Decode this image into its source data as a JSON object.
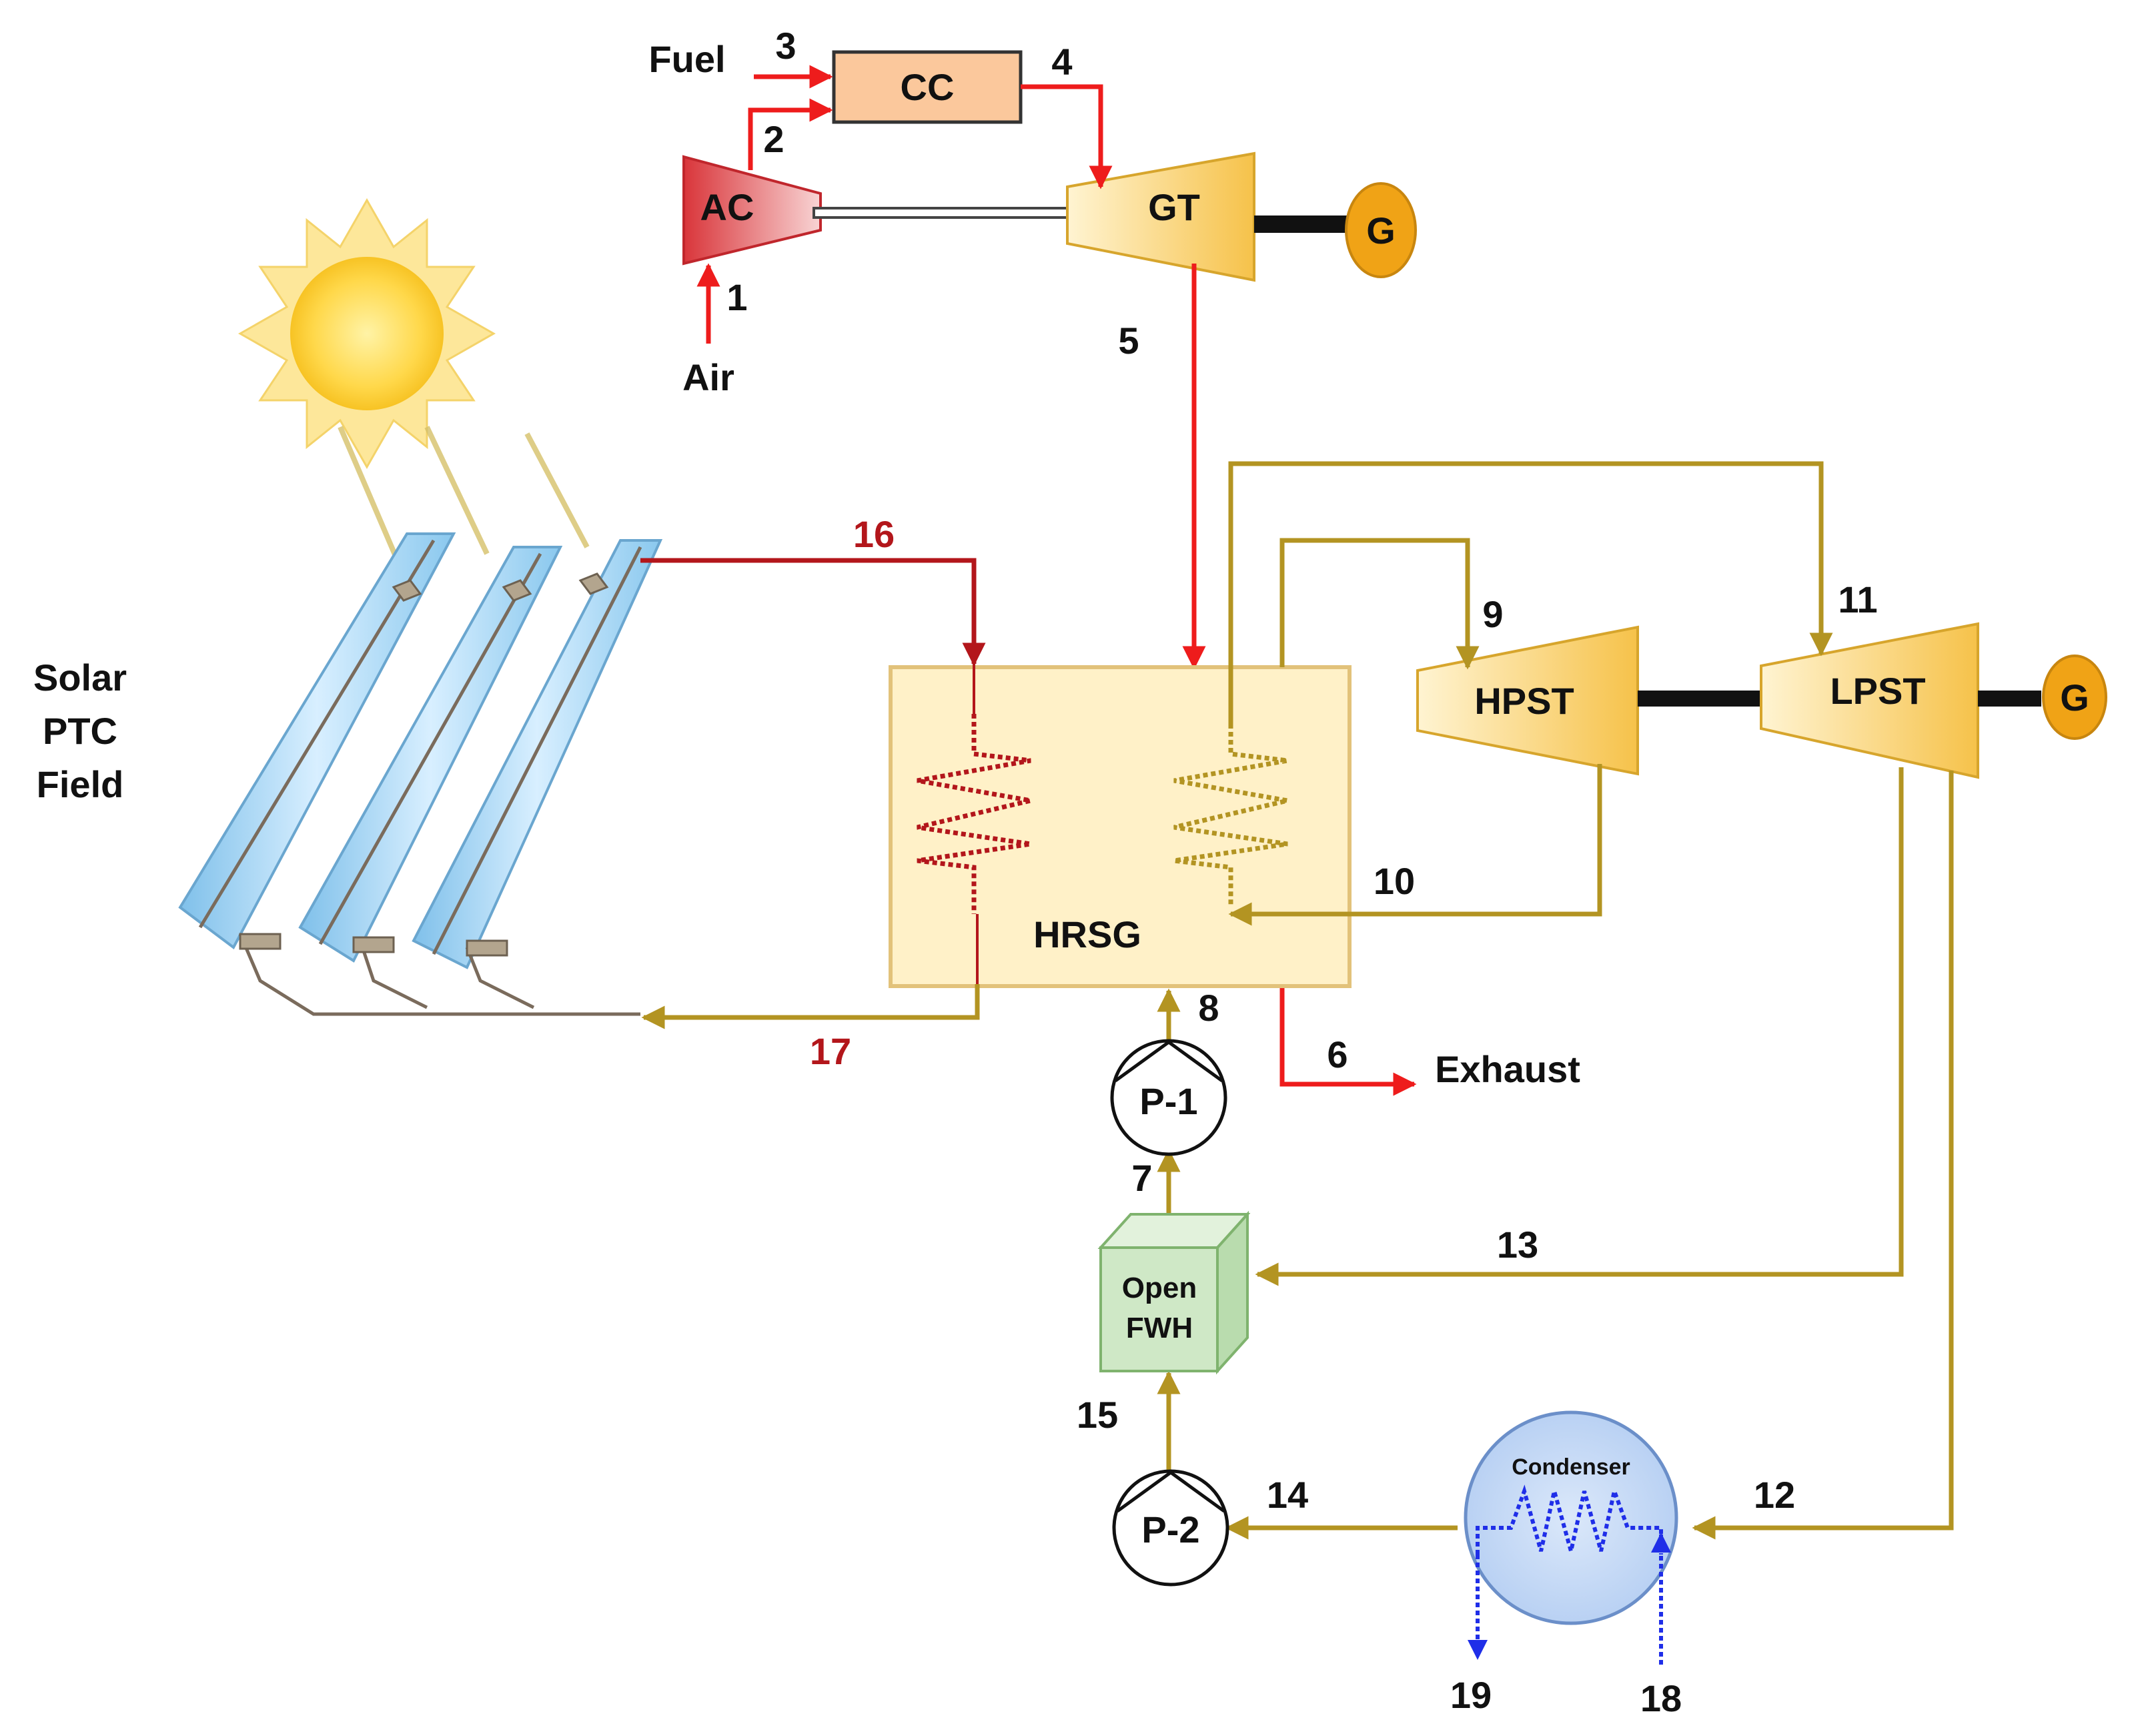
{
  "inputs": {
    "fuel": "Fuel",
    "air": "Air",
    "exhaust": "Exhaust"
  },
  "components": {
    "cc": "CC",
    "ac": "AC",
    "gt": "GT",
    "generator": "G",
    "hrsg": "HRSG",
    "hpst": "HPST",
    "lpst": "LPST",
    "pump1": "P-1",
    "pump2": "P-2",
    "fwh_line1": "Open",
    "fwh_line2": "FWH",
    "condenser": "Condenser",
    "solar_line1": "Solar",
    "solar_line2": "PTC",
    "solar_line3": "Field"
  },
  "states": {
    "s1": "1",
    "s2": "2",
    "s3": "3",
    "s4": "4",
    "s5": "5",
    "s6": "6",
    "s7": "7",
    "s8": "8",
    "s9": "9",
    "s10": "10",
    "s11": "11",
    "s12": "12",
    "s13": "13",
    "s14": "14",
    "s15": "15",
    "s16": "16",
    "s17": "17",
    "s18": "18",
    "s19": "19"
  },
  "colors": {
    "gas_flow": "#ee1c1c",
    "solar_fluid": "#b3161b",
    "steam_water": "#b39422",
    "cooling_water": "#1f2ee8",
    "turbine_fill": "#fbd46a",
    "hrsg_fill": "#fff1c8",
    "cc_fill": "#fbc89c",
    "generator_fill": "#f0a316",
    "fwh_fill": "#cfe8c6",
    "condenser_fill": "#c9dcf6"
  }
}
